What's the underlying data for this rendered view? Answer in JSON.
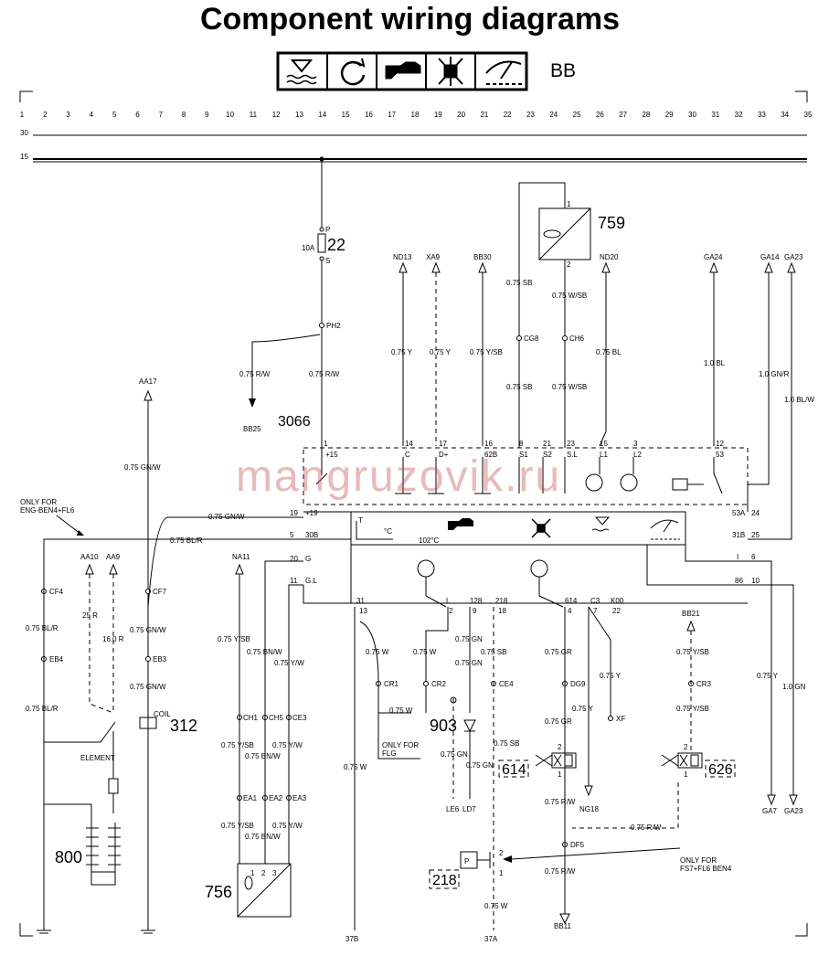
{
  "header": {
    "title": "Component wiring diagrams",
    "section_code": "BB"
  },
  "watermark": "mangruzovik.ru",
  "icons": [
    "coolant-level-icon",
    "engine-start-icon",
    "oil-pressure-icon",
    "temperature-warning-icon",
    "wiper-fuel-gauge-icon"
  ],
  "grid_numbers": [
    "1",
    "2",
    "3",
    "4",
    "5",
    "6",
    "7",
    "8",
    "9",
    "10",
    "11",
    "12",
    "13",
    "14",
    "15",
    "16",
    "17",
    "18",
    "19",
    "20",
    "21",
    "22",
    "23",
    "24",
    "25",
    "26",
    "27",
    "28",
    "29",
    "30",
    "31",
    "32",
    "33",
    "34",
    "35"
  ],
  "rails": {
    "r30": "30",
    "r15": "15"
  },
  "components": {
    "c22": "22",
    "c759": "759",
    "c3066": "3066",
    "c312": "312",
    "c903": "903",
    "c614": "614",
    "c626": "626",
    "c800": "800",
    "c756": "756",
    "c218": "218"
  },
  "fuse": {
    "rating": "10A",
    "pin_in": "P",
    "pin_out": "S"
  },
  "connectors": {
    "ph2": "PH2",
    "cg8": "CG8",
    "ch6": "CH6",
    "cf4": "CF4",
    "eb4": "EB4",
    "cf7": "CF7",
    "eb3": "EB3",
    "ch1": "CH1",
    "ch5": "CH5",
    "ce3": "CE3",
    "ea1": "EA1",
    "ea2": "EA2",
    "ea3": "EA3",
    "cr1": "CR1",
    "cr2": "CR2",
    "ce4": "CE4",
    "dg9": "DG9",
    "cr3": "CR3",
    "df5": "DF5",
    "xf": "XF",
    "coil": "COIL"
  },
  "refs": {
    "nd13": "ND13",
    "xa9": "XA9",
    "bb30": "BB30",
    "nd20": "ND20",
    "ga24": "GA24",
    "ga14": "GA14",
    "ga23_top": "GA23",
    "bb25": "BB25",
    "aa17": "AA17",
    "aa10": "AA10",
    "aa9": "AA9",
    "na11": "NA11",
    "bb21": "BB21",
    "le6": "LE6",
    "ld7": "LD7",
    "ng18": "NG18",
    "ga7": "GA7",
    "ga23_bot": "GA23",
    "bb11": "BB11",
    "r37b": "37B",
    "r37a": "37A"
  },
  "wires": {
    "w1": "0.75 R/W",
    "w2": "0.75 R/W",
    "w3": "0.75 Y",
    "w4": "0.75 Y",
    "w5": "0.75 Y/SB",
    "w6": "0.75 SB",
    "w7": "0.75 SB",
    "w8": "0.75 W/SB",
    "w9": "0.75 W/SB",
    "w10": "0.75 BL",
    "w11": "1.0 BL",
    "w12": "1.0 GN/R",
    "w13": "1.0 BL/W",
    "w14": "0.75 GN/W",
    "w15": "0.75 GN/W",
    "w16": "0.75 BL/R",
    "w17": "0.75 BL/R",
    "w18": "0.75 BL/R",
    "w19": "25 R",
    "w20": "16.0 R",
    "w21": "0.75 GN/W",
    "w22": "0.75 GN/W",
    "w23": "0.75 Y/SB",
    "w24": "0.75 BN/W",
    "w25": "0.75 Y/W",
    "w26": "0.75 Y/SB",
    "w27": "0.75 BN/W",
    "w28": "0.75 Y/W",
    "w29": "0.75 Y/SB",
    "w30": "0.75 BN/W",
    "w31": "0.75 Y/W",
    "w32": "0.75 W",
    "w33": "0.75 W",
    "w34": "0.75 W",
    "w35": "0.75 W",
    "w36": "0.75 GN",
    "w37": "0.75 GN",
    "w38": "0.75 GN",
    "w39": "0.75 GN",
    "w40": "0.75 SB",
    "w41": "0.75 SB",
    "w42": "0.75 GR",
    "w43": "0.75 GR",
    "w44": "0.75 Y",
    "w45": "0.75 Y",
    "w46": "0.75 R/W",
    "w47": "0.75 R/W",
    "w48": "0.75 R/W",
    "w49": "0.75 W",
    "w50": "0.75 Y/SB",
    "w51": "0.75 Y/SB",
    "w52": "0.75 Y",
    "w53": "1.0 GN"
  },
  "notes": {
    "n1a": "ONLY FOR",
    "n1b": "ENG-BEN4+FL6",
    "n2a": "ONLY FOR",
    "n2b": "FLG",
    "n3a": "ONLY FOR",
    "n3b": "FS7+FL6 BEN4",
    "element": "ELEMENT",
    "temp_label": "102°C",
    "deg_c": "°C",
    "t": "T"
  },
  "pins": {
    "p1": "1",
    "p15": "+15",
    "p14": "14",
    "pC": "C",
    "p17": "17",
    "pD": "D+",
    "p16": "16",
    "p62": "62B",
    "p8": "8",
    "pS1": "S1",
    "p21": "21",
    "pS2": "S2",
    "p23": "23",
    "pSL": "S.L",
    "p15b": "15",
    "pL1": "L1",
    "p3": "3",
    "pL2": "L2",
    "p12": "12",
    "p53": "53",
    "p53a": "53A",
    "p24": "24",
    "p31b": "31B",
    "p25": "25",
    "p19": "19",
    "p19b": "+19",
    "p5": "5",
    "p30b": "30B",
    "p20": "20",
    "pG": "G",
    "p11": "11",
    "pG1": "G.L",
    "p6": "6",
    "p86": "86",
    "p10": "10",
    "pI": "I",
    "p31": "31",
    "p13": "13",
    "pL": "L",
    "p2": "2",
    "p128": "128",
    "p9": "9",
    "p218": "218",
    "p18": "18",
    "p614": "614",
    "p4": "4",
    "pC3": "C3",
    "p7": "7",
    "pK00": "K00",
    "p22": "22",
    "p759a": "1",
    "p759b": "2",
    "p756a": "1",
    "p756b": "2",
    "p756c": "3",
    "p614a": "2",
    "p614b": "1",
    "p626a": "2",
    "p626b": "1",
    "p218a": "2",
    "p218b": "1"
  }
}
